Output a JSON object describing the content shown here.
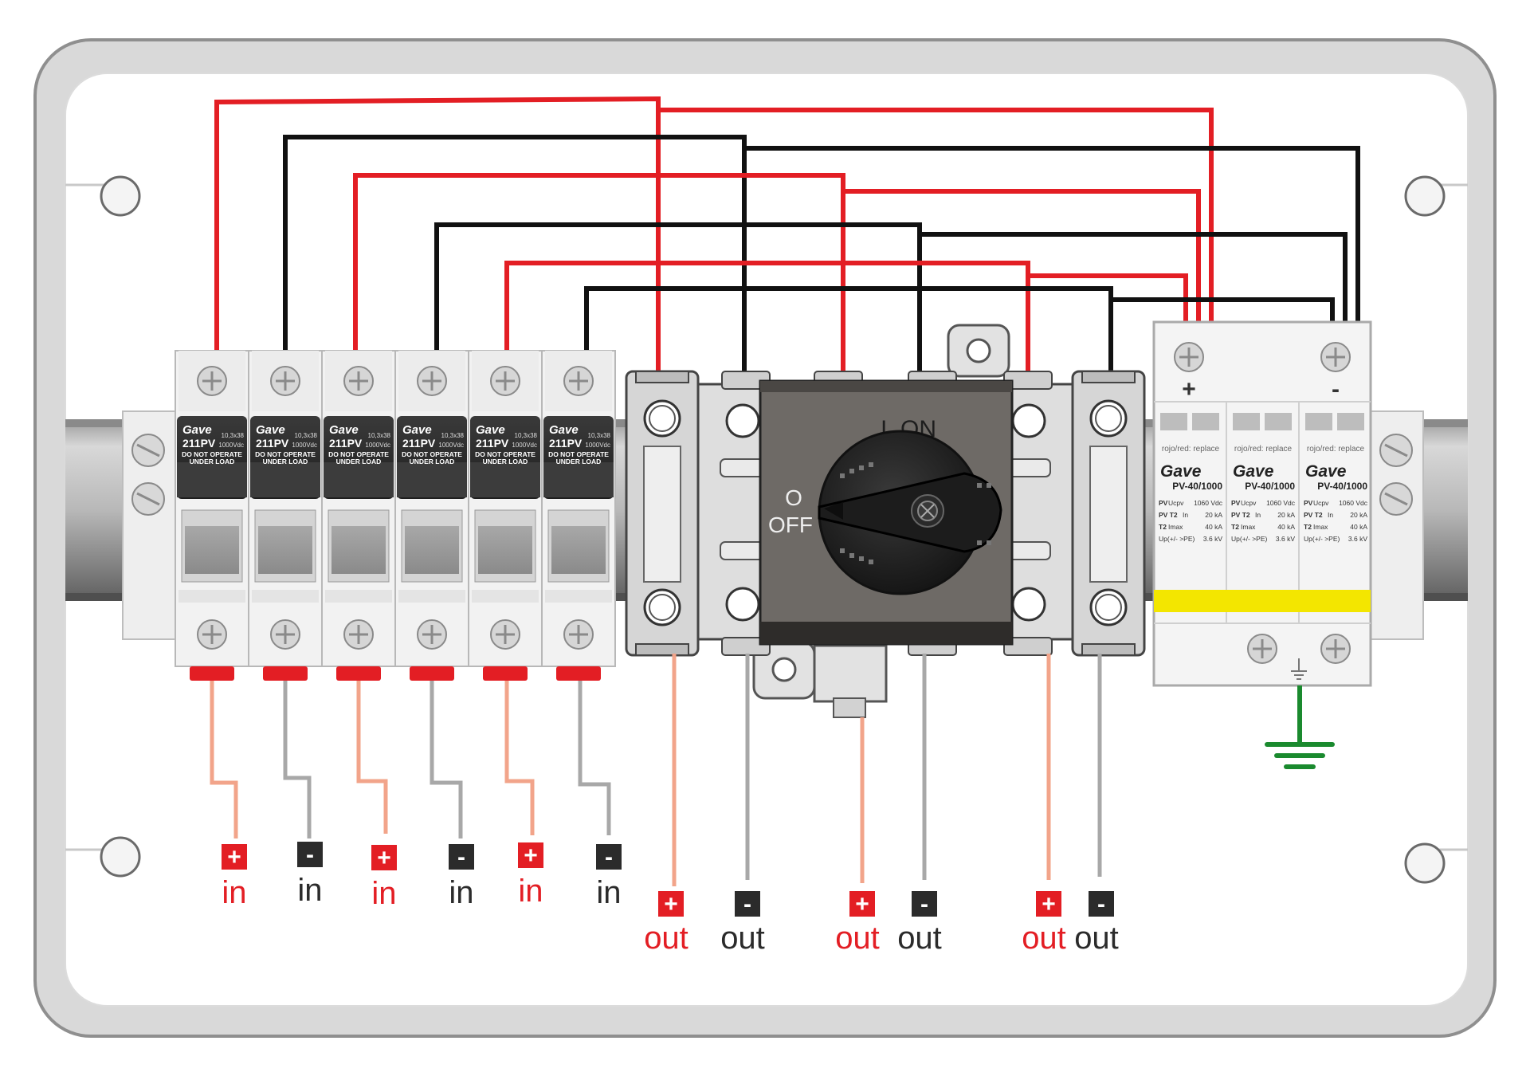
{
  "colors": {
    "positive": "#e31e24",
    "negative_badge": "#2b2b2b",
    "in_neg_label": "#2b2b2b",
    "wire_pos_out": "#f2a48a",
    "wire_neg_out": "#a8a8a8",
    "ground": "#1a8a2e",
    "spd_stripe": "#f3e600"
  },
  "fuses": [
    {
      "brand": "Gave",
      "model": "211PV",
      "size": "10,3x38",
      "voltage": "1000Vdc",
      "warning_1": "DO NOT OPERATE",
      "warning_2": "UNDER LOAD"
    },
    {
      "brand": "Gave",
      "model": "211PV",
      "size": "10,3x38",
      "voltage": "1000Vdc",
      "warning_1": "DO NOT OPERATE",
      "warning_2": "UNDER LOAD"
    },
    {
      "brand": "Gave",
      "model": "211PV",
      "size": "10,3x38",
      "voltage": "1000Vdc",
      "warning_1": "DO NOT OPERATE",
      "warning_2": "UNDER LOAD"
    },
    {
      "brand": "Gave",
      "model": "211PV",
      "size": "10,3x38",
      "voltage": "1000Vdc",
      "warning_1": "DO NOT OPERATE",
      "warning_2": "UNDER LOAD"
    },
    {
      "brand": "Gave",
      "model": "211PV",
      "size": "10,3x38",
      "voltage": "1000Vdc",
      "warning_1": "DO NOT OPERATE",
      "warning_2": "UNDER LOAD"
    },
    {
      "brand": "Gave",
      "model": "211PV",
      "size": "10,3x38",
      "voltage": "1000Vdc",
      "warning_1": "DO NOT OPERATE",
      "warning_2": "UNDER LOAD"
    }
  ],
  "switch": {
    "on_label": "I  ON",
    "off_label_1": "O",
    "off_label_2": "OFF"
  },
  "spd": {
    "plus": "+",
    "minus": "-",
    "modules": [
      {
        "replace": "rojo/red: replace",
        "brand": "Gave",
        "model": "PV-40/1000"
      },
      {
        "replace": "rojo/red: replace",
        "brand": "Gave",
        "model": "PV-40/1000"
      },
      {
        "replace": "rojo/red: replace",
        "brand": "Gave",
        "model": "PV-40/1000"
      }
    ],
    "spec_rows": [
      {
        "tag": "PV",
        "name": "Ucpv",
        "value": "1060 Vdc"
      },
      {
        "tag": "PV T2",
        "name": "In",
        "value": "20 kA"
      },
      {
        "tag": "T2",
        "name": "Imax",
        "value": "40 kA"
      },
      {
        "tag": "",
        "name": "Up(+/- >PE)",
        "value": "3.6 kV"
      }
    ]
  },
  "terminals_in": [
    {
      "sign": "+",
      "label": "in"
    },
    {
      "sign": "-",
      "label": "in"
    },
    {
      "sign": "+",
      "label": "in"
    },
    {
      "sign": "-",
      "label": "in"
    },
    {
      "sign": "+",
      "label": "in"
    },
    {
      "sign": "-",
      "label": "in"
    }
  ],
  "terminals_out": [
    {
      "sign": "+",
      "label": "out"
    },
    {
      "sign": "-",
      "label": "out"
    },
    {
      "sign": "+",
      "label": "out"
    },
    {
      "sign": "-",
      "label": "out"
    },
    {
      "sign": "+",
      "label": "out"
    },
    {
      "sign": "-",
      "label": "out"
    }
  ]
}
